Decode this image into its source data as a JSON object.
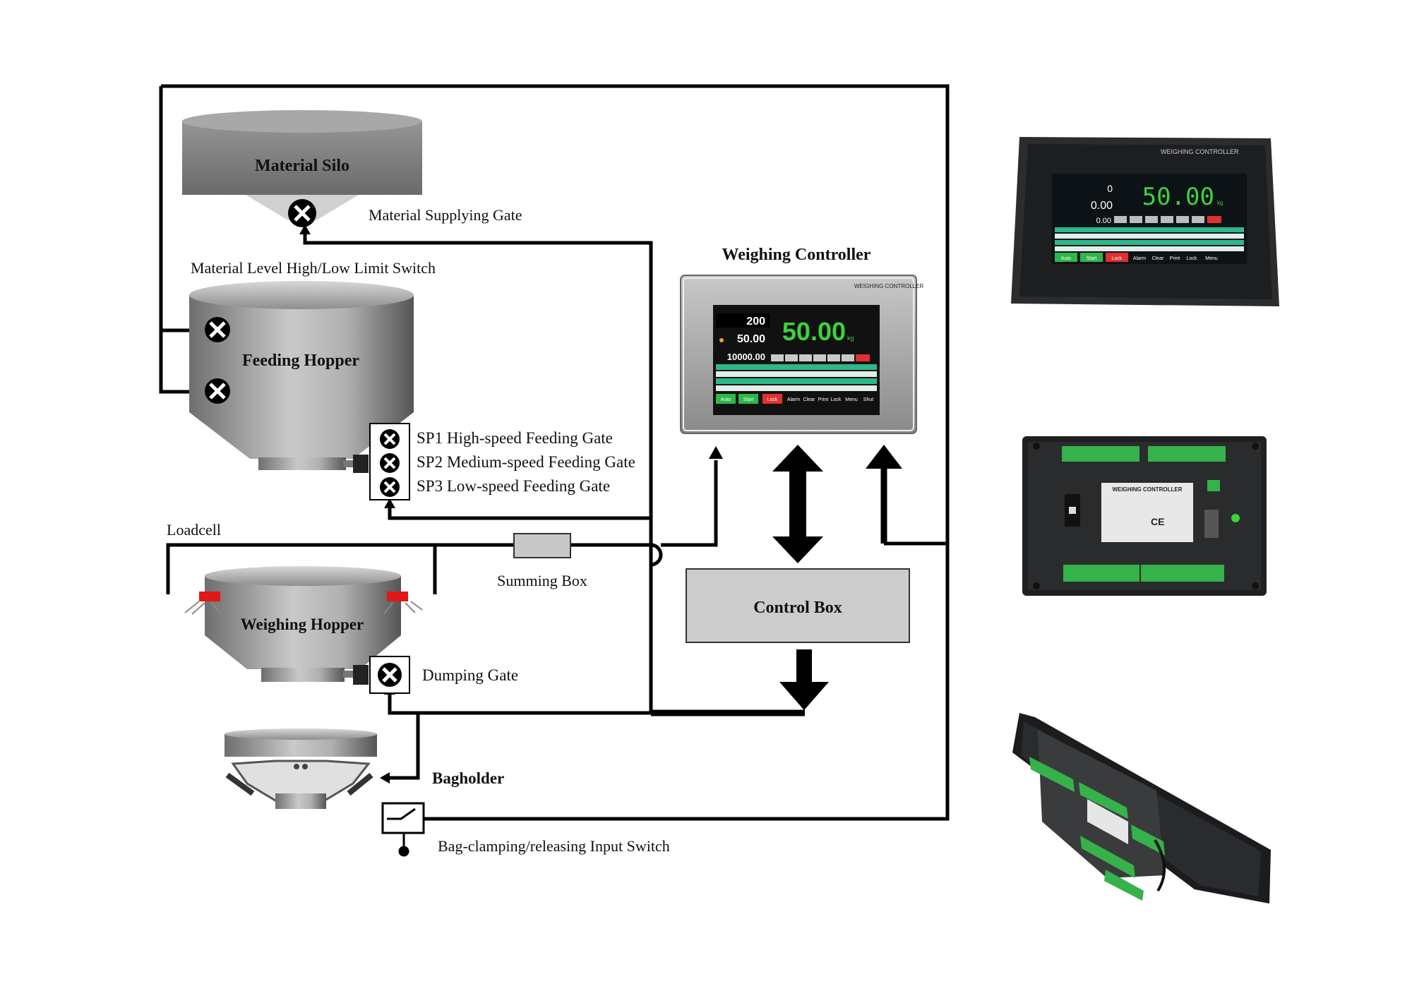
{
  "diagram": {
    "material_silo": "Material Silo",
    "material_supplying_gate": "Material Supplying Gate",
    "level_switch": "Material Level High/Low Limit Switch",
    "feeding_hopper": "Feeding Hopper",
    "sp1": "SP1 High-speed Feeding Gate",
    "sp2": "SP2 Medium-speed Feeding Gate",
    "sp3": "SP3 Low-speed Feeding Gate",
    "loadcell": "Loadcell",
    "summing_box": "Summing Box",
    "weighing_hopper": "Weighing Hopper",
    "dumping_gate": "Dumping Gate",
    "bagholder": "Bagholder",
    "bag_switch": "Bag-clamping/releasing Input Switch",
    "weighing_controller": "Weighing Controller",
    "control_box": "Control Box"
  },
  "center_panel": {
    "brand": "WEIGHING CONTROLLER",
    "val1": "200",
    "val2": "50.00",
    "val3": "10000.00",
    "main_weight": "50.00",
    "unit": "kg",
    "buttons": [
      "Auto",
      "Start",
      "Lock",
      "Alarm",
      "Clear",
      "Print",
      "Lock",
      "Menu",
      "Shut"
    ]
  },
  "photo_front": {
    "brand": "WEIGHING CONTROLLER",
    "val_a": "0",
    "val_b": "0.00",
    "val_c": "0.00",
    "main_weight": "50.00",
    "unit": "kg",
    "buttons": [
      "Auto",
      "Start",
      "Lock",
      "Alarm",
      "Clear",
      "Print",
      "Lock",
      "Menu"
    ]
  },
  "photo_back": {
    "brand": "WEIGHING CONTROLLER",
    "ce": "CE"
  },
  "colors": {
    "line": "#000000",
    "silo": "#8a8a8a",
    "screen_bg": "#101418",
    "screen_green": "#3cd23c",
    "control_box": "#cccccc",
    "panel_frame": "#9a9a9a"
  }
}
